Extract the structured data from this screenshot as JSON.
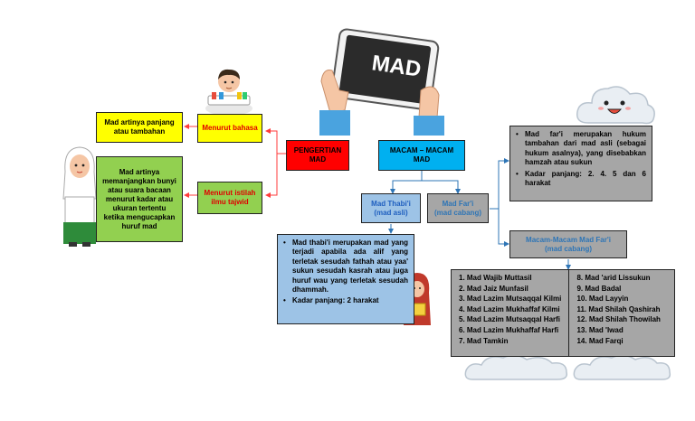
{
  "header": {
    "title": "MAD"
  },
  "pengertian": {
    "label": "PENGERTIAN MAD"
  },
  "menurut_bahasa": {
    "label": "Menurut bahasa",
    "definition": "Mad artinya panjang atau tambahan"
  },
  "menurut_istilah": {
    "label": "Menurut istilah ilmu tajwid",
    "definition": "Mad artinya memanjangkan bunyi atau suara bacaan menurut kadar atau ukuran tertentu ketika mengucapkan huruf mad"
  },
  "macam": {
    "label": "MACAM – MACAM MAD"
  },
  "mad_thabii": {
    "title": "Mad Thabi'i",
    "subtitle": "(mad asli)",
    "points": [
      "Mad thabi'i merupakan mad yang terjadi apabila ada alif yang terletak sesudah fathah atau yaa' sukun sesudah kasrah atau juga huruf wau yang terletak sesudah dhammah.",
      "Kadar panjang: 2 harakat"
    ]
  },
  "mad_fari": {
    "title": "Mad Far'i",
    "subtitle": "(mad cabang)",
    "points": [
      "Mad far'i merupakan hukum tambahan dari mad asli (sebagai hukum asalnya), yang disebabkan hamzah atau sukun",
      "Kadar panjang: 2. 4. 5 dan 6 harakat"
    ]
  },
  "macam_fari": {
    "title": "Macam-Macam Mad Far'i",
    "subtitle": "(mad cabang)",
    "list_left": [
      "1.  Mad Wajib Muttasil",
      "2.  Mad Jaiz Munfasil",
      "3.  Mad Lazim Mutsaqqal Kilmi",
      "4.  Mad Lazim Mukhaffaf Kilmi",
      "5.  Mad Lazim Mutsaqqal Harfi",
      "6.  Mad Lazim Mukhaffaf Harfi",
      "7.  Mad Tamkin"
    ],
    "list_right": [
      "8.  Mad 'arid Lissukun",
      "9.  Mad Badal",
      "10. Mad Layyin",
      "11. Mad Shilah Qashirah",
      "12. Mad Shilah Thowilah",
      "13. Mad 'Iwad",
      "14. Mad Farqi"
    ]
  },
  "colors": {
    "yellow": "#ffff00",
    "red": "#ff0000",
    "blue": "#00b0f0",
    "green": "#92d050",
    "gray": "#a6a6a6",
    "lightblue": "#9dc3e6",
    "connector_red": "#ff3b3b",
    "connector_blue": "#2e75b6"
  }
}
